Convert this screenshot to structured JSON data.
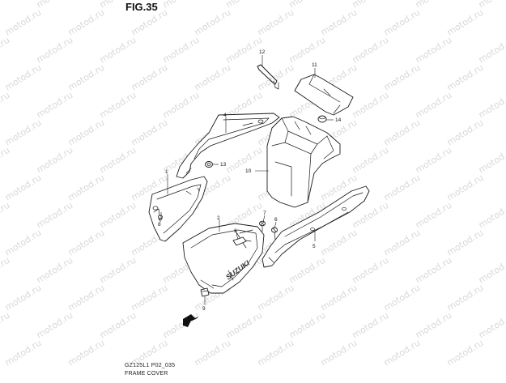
{
  "figure": {
    "title": "FIG.35",
    "footer_code": "GZ125L1 P02_035",
    "footer_name": "FRAME COVER",
    "watermark": "motod.ru",
    "logo_text": "SUZUKI"
  },
  "callouts": [
    "1",
    "2",
    "3",
    "4",
    "5",
    "6",
    "7",
    "8",
    "9",
    "10",
    "11",
    "12",
    "13",
    "14"
  ],
  "colors": {
    "line": "#1a1a1a",
    "watermark": "#d9d9d9",
    "background": "#ffffff"
  }
}
